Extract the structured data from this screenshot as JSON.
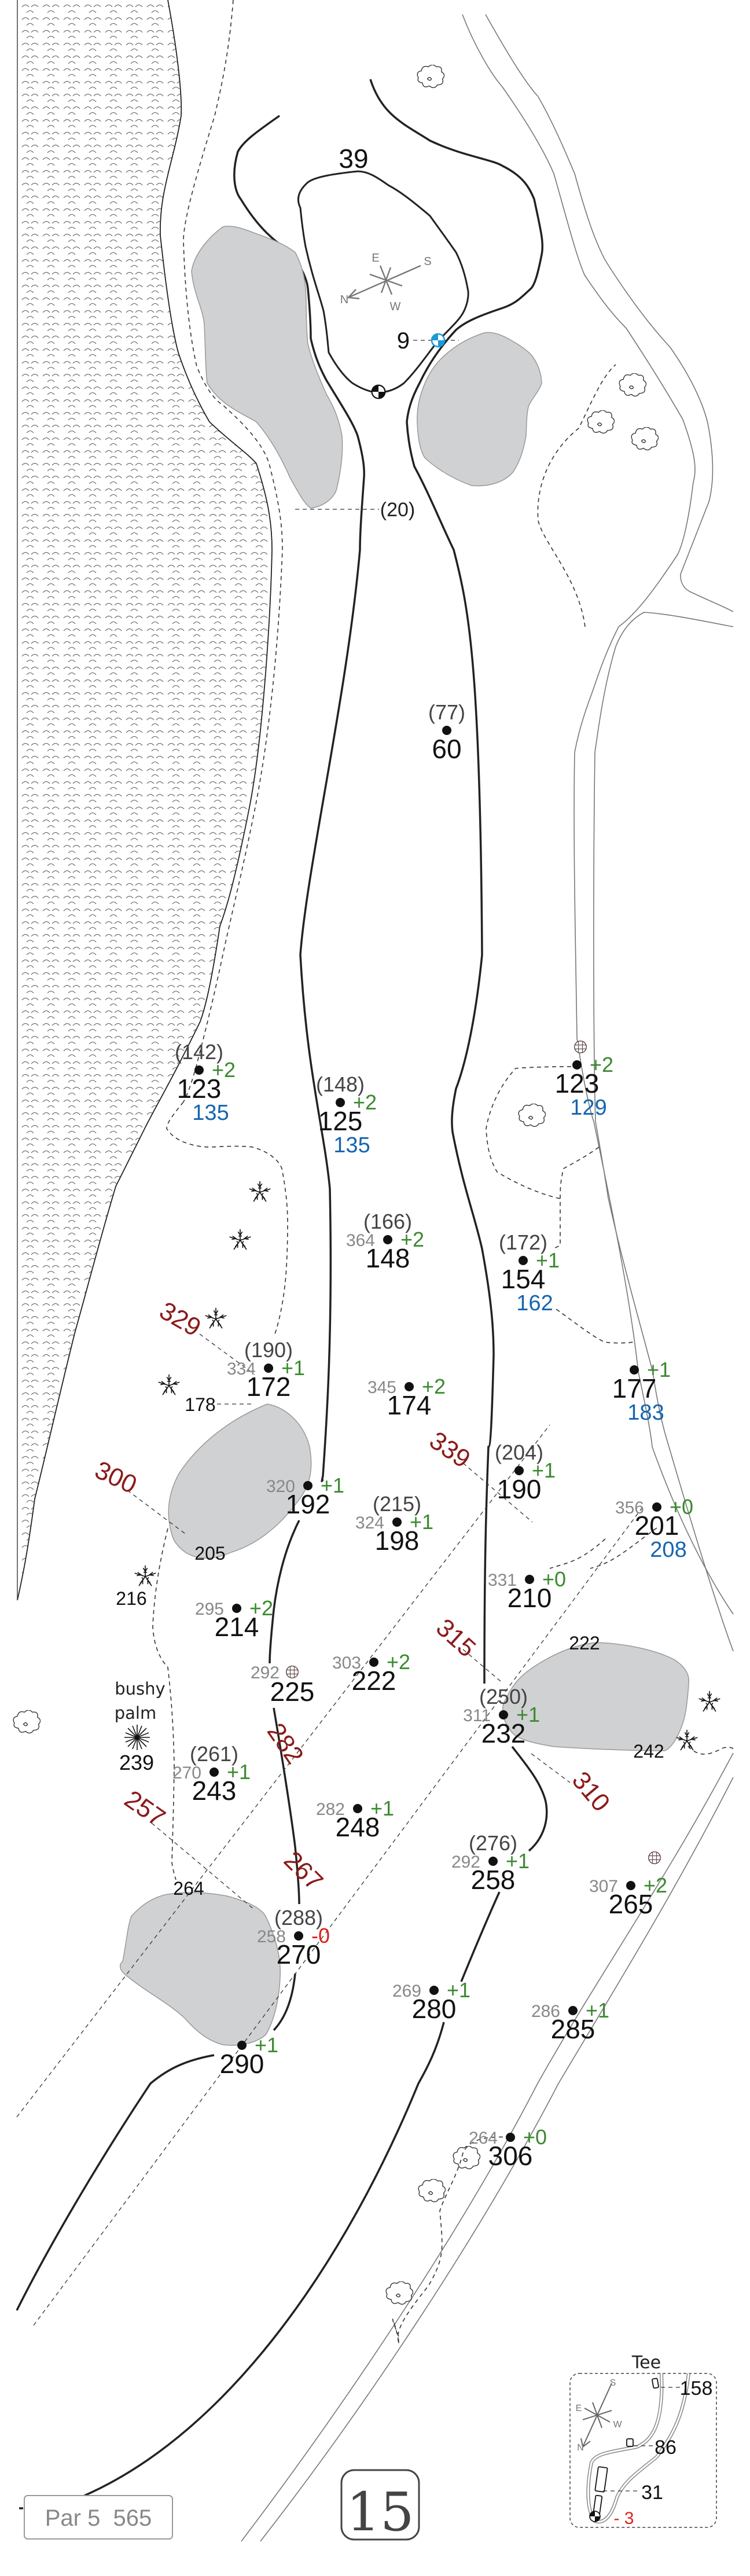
{
  "hole": {
    "number": "15",
    "par_label": "Par 5  565"
  },
  "green": {
    "depth": "39",
    "front_pin": "9",
    "carry_label": "(20)"
  },
  "compass": {
    "n": "N",
    "e": "E",
    "s": "S",
    "w": "W"
  },
  "markers": [
    {
      "paren": "(77)",
      "main": "60"
    },
    {
      "paren": "(142)",
      "adj": "+2",
      "main": "123",
      "blue": "135"
    },
    {
      "paren": "(148)",
      "adj": "+2",
      "main": "125",
      "blue": "135"
    },
    {
      "adj": "+2",
      "main": "123",
      "blue": "129",
      "icon": "sprinkler-head"
    },
    {
      "paren": "(166)",
      "left": "364",
      "adj": "+2",
      "main": "148"
    },
    {
      "paren": "(172)",
      "adj": "+1",
      "main": "154",
      "blue": "162"
    },
    {
      "paren": "(190)",
      "left": "334",
      "adj": "+1",
      "main": "172"
    },
    {
      "left": "345",
      "adj": "+2",
      "main": "174"
    },
    {
      "adj": "+1",
      "main": "177",
      "blue": "183"
    },
    {
      "paren": "(204)",
      "adj": "+1",
      "main": "190"
    },
    {
      "left": "320",
      "adj": "+1",
      "main": "192"
    },
    {
      "paren": "(215)",
      "left": "324",
      "adj": "+1",
      "main": "198"
    },
    {
      "left": "356",
      "adj": "+0",
      "main": "201",
      "blue": "208"
    },
    {
      "left": "331",
      "adj": "+0",
      "main": "210"
    },
    {
      "left": "295",
      "adj": "+2",
      "main": "214"
    },
    {
      "left": "292",
      "main": "225",
      "icon": "sprinkler-head"
    },
    {
      "left": "303",
      "adj": "+2",
      "main": "222"
    },
    {
      "paren": "(250)",
      "left": "311",
      "adj": "+1",
      "main": "232"
    },
    {
      "paren": "(261)",
      "left": "270",
      "adj": "+1",
      "main": "243"
    },
    {
      "left": "282",
      "adj": "+1",
      "main": "248"
    },
    {
      "paren": "(276)",
      "left": "292",
      "adj": "+1",
      "main": "258"
    },
    {
      "left": "307",
      "adj": "+2",
      "main": "265",
      "icon": "sprinkler-head"
    },
    {
      "paren": "(288)",
      "left": "258",
      "adj": "-0",
      "adj_color": "#e0201c",
      "main": "270"
    },
    {
      "left": "269",
      "adj": "+1",
      "main": "280"
    },
    {
      "left": "286",
      "adj": "+1",
      "main": "285"
    },
    {
      "adj": "+1",
      "main": "290"
    },
    {
      "left": "264",
      "adj": "+0",
      "main": "306"
    }
  ],
  "carry_labels": [
    "178",
    "205",
    "216",
    "222",
    "242",
    "264"
  ],
  "tree_note": {
    "line1": "bushy",
    "line2": "palm",
    "value": "239"
  },
  "red_distances": [
    "329",
    "339",
    "300",
    "315",
    "282",
    "310",
    "257",
    "267"
  ],
  "tee": {
    "title": "Tee",
    "d1": "158",
    "d2": "86",
    "d3": "31",
    "d4": "- 3"
  },
  "colors": {
    "green_adj": "#3a8a2e",
    "minus": "#e0201c",
    "blue": "#1565b0",
    "red": "#8b1a1a",
    "bunker": "#d0d1d3"
  }
}
